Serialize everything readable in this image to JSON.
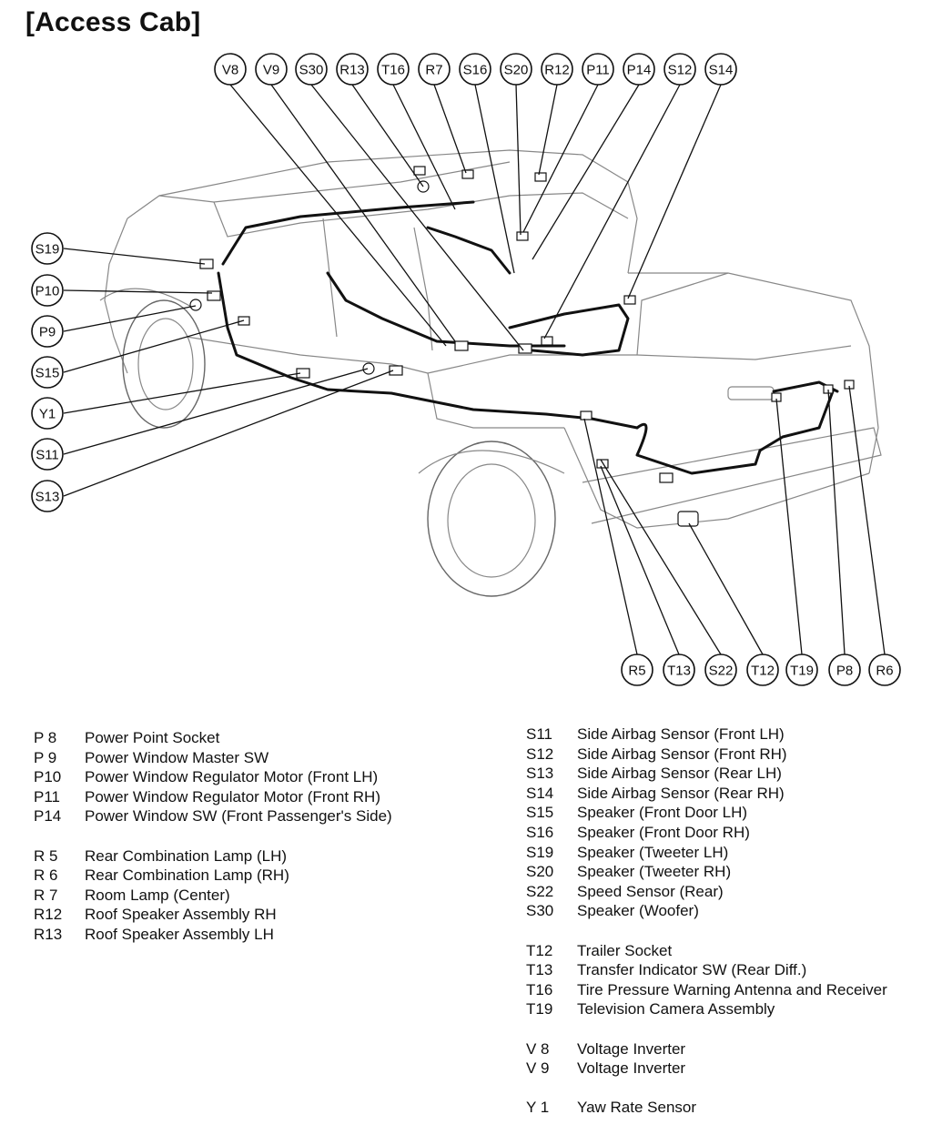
{
  "title": "[Access Cab]",
  "callouts_top": [
    "V8",
    "V9",
    "S30",
    "R13",
    "T16",
    "R7",
    "S16",
    "S20",
    "R12",
    "P11",
    "P14",
    "S12",
    "S14"
  ],
  "callouts_left": [
    "S19",
    "P10",
    "P9",
    "S15",
    "Y1",
    "S11",
    "S13"
  ],
  "callouts_bottom": [
    "R5",
    "T13",
    "S22",
    "T12",
    "T19",
    "P8",
    "R6"
  ],
  "legend_left": [
    [
      {
        "code": "P 8",
        "name": "Power Point Socket"
      },
      {
        "code": "P 9",
        "name": "Power Window Master SW"
      },
      {
        "code": "P10",
        "name": "Power Window Regulator Motor (Front LH)"
      },
      {
        "code": "P11",
        "name": "Power Window Regulator Motor (Front RH)"
      },
      {
        "code": "P14",
        "name": "Power Window SW (Front Passenger's Side)"
      }
    ],
    [
      {
        "code": "R 5",
        "name": "Rear Combination Lamp (LH)"
      },
      {
        "code": "R 6",
        "name": "Rear Combination Lamp (RH)"
      },
      {
        "code": "R 7",
        "name": "Room Lamp (Center)"
      },
      {
        "code": "R12",
        "name": "Roof Speaker Assembly RH"
      },
      {
        "code": "R13",
        "name": "Roof Speaker Assembly LH"
      }
    ]
  ],
  "legend_right": [
    [
      {
        "code": "S11",
        "name": "Side Airbag Sensor (Front LH)"
      },
      {
        "code": "S12",
        "name": "Side Airbag Sensor (Front RH)"
      },
      {
        "code": "S13",
        "name": "Side Airbag Sensor (Rear LH)"
      },
      {
        "code": "S14",
        "name": "Side Airbag Sensor (Rear RH)"
      },
      {
        "code": "S15",
        "name": "Speaker (Front Door LH)"
      },
      {
        "code": "S16",
        "name": "Speaker (Front Door RH)"
      },
      {
        "code": "S19",
        "name": "Speaker (Tweeter LH)"
      },
      {
        "code": "S20",
        "name": "Speaker (Tweeter RH)"
      },
      {
        "code": "S22",
        "name": "Speed Sensor (Rear)"
      },
      {
        "code": "S30",
        "name": "Speaker (Woofer)"
      }
    ],
    [
      {
        "code": "T12",
        "name": "Trailer Socket"
      },
      {
        "code": "T13",
        "name": "Transfer Indicator SW (Rear Diff.)"
      },
      {
        "code": "T16",
        "name": "Tire Pressure Warning Antenna and Receiver"
      },
      {
        "code": "T19",
        "name": "Television Camera Assembly"
      }
    ],
    [
      {
        "code": "V 8",
        "name": "Voltage Inverter"
      },
      {
        "code": "V 9",
        "name": "Voltage Inverter"
      }
    ],
    [
      {
        "code": "Y 1",
        "name": "Yaw Rate Sensor"
      }
    ]
  ]
}
